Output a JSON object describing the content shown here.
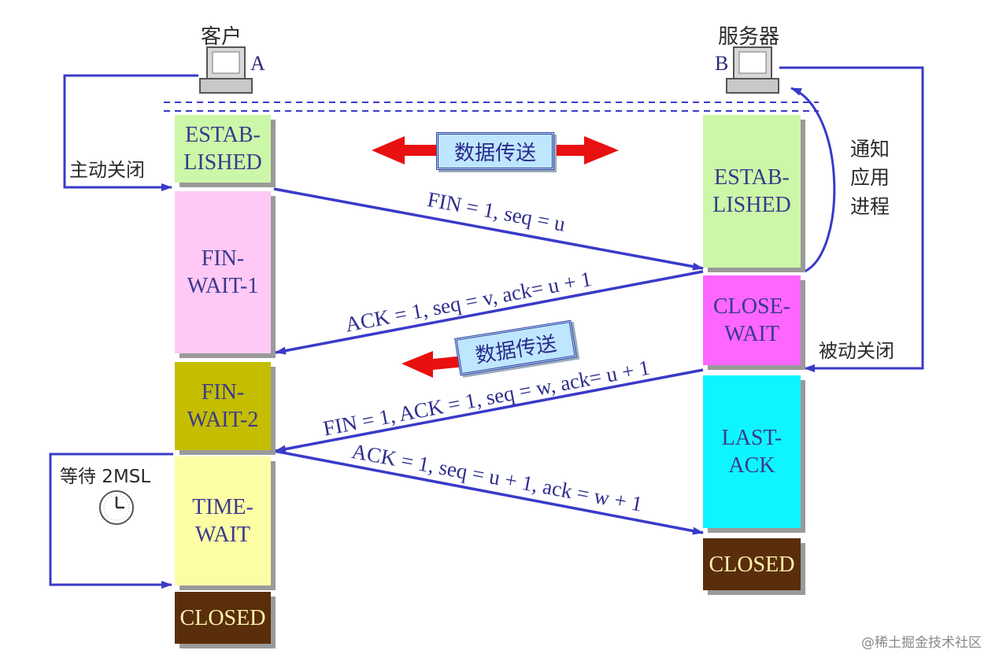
{
  "title_client": "客户",
  "title_server": "服务器",
  "host_a": "A",
  "host_b": "B",
  "client_states": [
    {
      "label": "ESTAB-\nLISHED",
      "color": "#ccf7a8"
    },
    {
      "label": "FIN-\nWAIT-1",
      "color": "#ffc8f5"
    },
    {
      "label": "FIN-\nWAIT-2",
      "color": "#c4bd00"
    },
    {
      "label": "TIME-\nWAIT",
      "color": "#fdfda6"
    },
    {
      "label": "CLOSED",
      "color": "#5a2e0a"
    }
  ],
  "server_states": [
    {
      "label": "ESTAB-\nLISHED",
      "color": "#ccf7a8"
    },
    {
      "label": "CLOSE-\nWAIT",
      "color": "#ff66ff"
    },
    {
      "label": "LAST-\nACK",
      "color": "#0ff5ff"
    },
    {
      "label": "CLOSED",
      "color": "#5a2e0a"
    }
  ],
  "side_labels": {
    "active_close": "主动关闭",
    "passive_close": "被动关闭",
    "notify": "通知\n应用\n进程",
    "wait": "等待 2MSL"
  },
  "messages": {
    "fin1": "FIN = 1, seq = u",
    "ack1": "ACK = 1, seq = v, ack= u + 1",
    "fin2": "FIN = 1, ACK = 1, seq = w, ack= u + 1",
    "ack2": "ACK = 1, seq = u + 1, ack = w + 1"
  },
  "data_transfer": "数据传送",
  "watermark": "@稀土掘金技术社区",
  "colors": {
    "line": "#3a3ac8",
    "arrow_red": "#e81010"
  }
}
